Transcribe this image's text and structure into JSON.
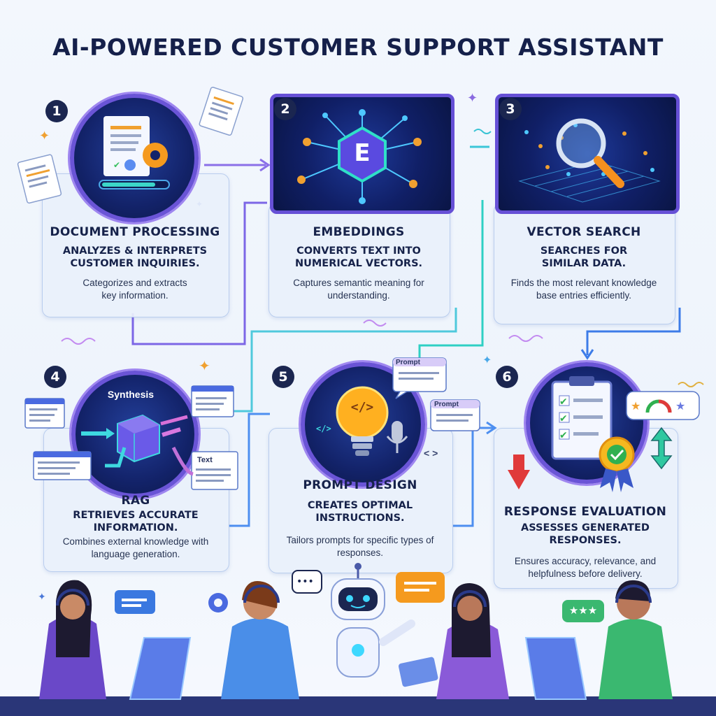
{
  "title": "AI-POWERED CUSTOMER SUPPORT ASSISTANT",
  "steps": [
    {
      "number": "1",
      "heading": "DOCUMENT PROCESSING",
      "subtitle": "ANALYZES & INTERPRETS CUSTOMER INQUIRIES.",
      "description": "Categorizes and extracts key information."
    },
    {
      "number": "2",
      "heading": "EMBEDDINGS",
      "subtitle": "CONVERTS TEXT INTO NUMERICAL VECTORS.",
      "description": "Captures semantic meaning for understanding."
    },
    {
      "number": "3",
      "heading": "VECTOR SEARCH",
      "subtitle": "SEARCHES FOR SIMILAR DATA.",
      "description": "Finds the most relevant knowledge base entries efficiently."
    },
    {
      "number": "4",
      "heading": "RAG",
      "subtitle": "RETRIEVES ACCURATE INFORMATION.",
      "description": "Combines external knowledge with language generation."
    },
    {
      "number": "5",
      "heading": "PROMPT DESIGN",
      "subtitle": "CREATES OPTIMAL INSTRUCTIONS.",
      "description": "Tailors prompts for specific types of responses."
    },
    {
      "number": "6",
      "heading": "RESPONSE EVALUATION",
      "subtitle": "ASSESSES GENERATED RESPONSES.",
      "description": "Ensures accuracy, relevance, and helpfulness before delivery."
    }
  ],
  "illustration_labels": {
    "embedding_letter": "E",
    "synthesis": "Synthesis",
    "text_doc": "Text",
    "prompt_1": "Prompt",
    "prompt_2": "Prompt",
    "code_glyph": "</>",
    "code_glyph_small": "</>",
    "code_glyph_side": "< >",
    "stars_bubble": "★★★"
  },
  "colors": {
    "accent_purple": "#6a54d6",
    "accent_blue": "#3b7be8",
    "accent_teal": "#2fd0c4",
    "navy": "#16224a"
  }
}
